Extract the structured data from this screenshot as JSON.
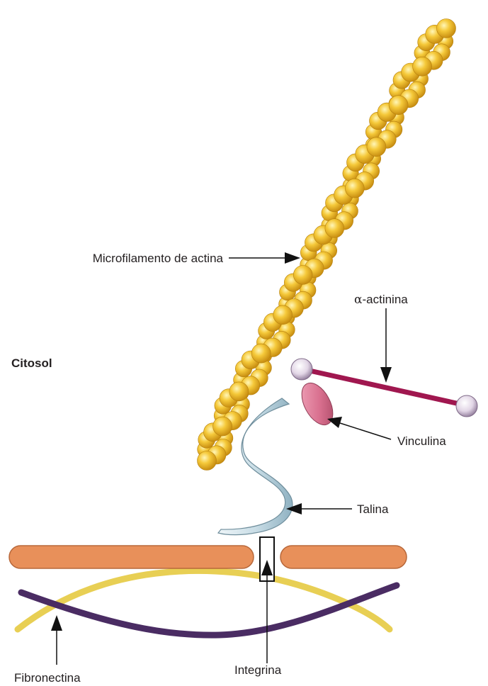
{
  "labels": {
    "microfilamento": "Microfilamento de actina",
    "alpha_symbol": "α",
    "actinina": "-actinina",
    "citosol": "Citosol",
    "vinculina": "Vinculina",
    "talina": "Talina",
    "integrina": "Integrina",
    "fibronectina": "Fibronectina"
  },
  "colors": {
    "actin_bead": "#f2c230",
    "actin_bead_highlight": "#fff6b8",
    "actin_bead_shadow": "#c98f12",
    "membrane": "#e8905a",
    "membrane_stroke": "#b8683a",
    "actinin_rod": "#a0174f",
    "actinin_end": "#e2d6e6",
    "vinculin": "#d9708f",
    "talin": "#c9dde6",
    "fibronectin_yellow": "#e8cf54",
    "fibronectin_purple": "#4a2c63",
    "arrow": "#111111"
  }
}
